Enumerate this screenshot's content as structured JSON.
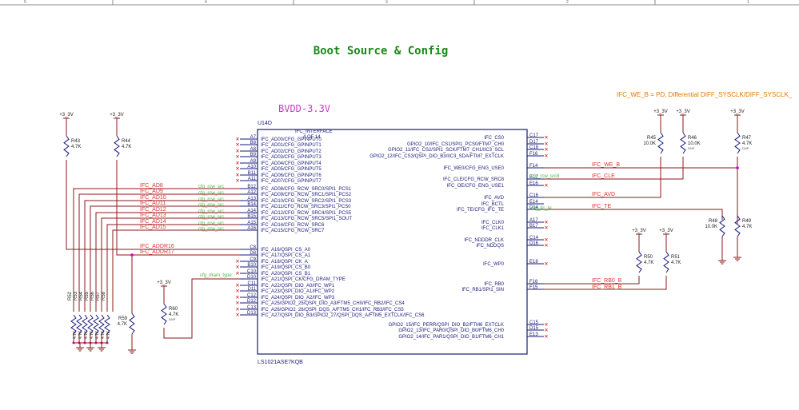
{
  "title": "Boot Source & Config",
  "top_note": "IFC_WE_B = PD, Differential DIFF_SYSCLK/DIFF_SYSCLK_",
  "power_label": "BVDD-3.3V",
  "part_designator": "U14D",
  "part_number": "LS1021ASE7KQB",
  "block_name": "IFC_INTERFACE",
  "block_subtitle": "4 OF 14",
  "colors": {
    "wire": "#8b1a1a",
    "net_label": "#e03030",
    "pin": "#1a1a7a",
    "title": "#1a8a1a",
    "power_label": "#c040c0",
    "note": "#e07800",
    "no_connect": "#cc0000",
    "junction": "#cc00cc",
    "green_note": "#40c040"
  },
  "left_pins": [
    {
      "num": "A7",
      "name": "IFC_AD00/CFG_GPINPUT0",
      "nc": true
    },
    {
      "num": "B8",
      "name": "IFC_AD01/CFG_GPINPUT1",
      "nc": true
    },
    {
      "num": "A8",
      "name": "IFC_AD02/CFG_GPINPUT2",
      "nc": true
    },
    {
      "num": "B9",
      "name": "IFC_AD03/CFG_GPINPUT3",
      "nc": true
    },
    {
      "num": "A9",
      "name": "IFC_AD04/CFG_GPINPUT4",
      "nc": true
    },
    {
      "num": "A10",
      "name": "IFC_AD05/CFG_GPINPUT5",
      "nc": true
    },
    {
      "num": "B11",
      "name": "IFC_AD06/CFG_GPINPUT6",
      "nc": true
    },
    {
      "num": "A11",
      "name": "IFC_AD07/CFG_GPINPUT7",
      "nc": true
    },
    {
      "num": "B12",
      "name": "IFC_AD08/CFG_RCW_SRC0/SPI1_PCS1",
      "nc": false,
      "net": "IFC_AD8"
    },
    {
      "num": "A12",
      "name": "IFC_AD09/CFG_RCW_SRC1/SPI1_PCS2",
      "nc": false,
      "net": "IFC_AD9"
    },
    {
      "num": "A13",
      "name": "IFC_AD10/CFG_RCW_SRC2/SPI1_PCS3",
      "nc": false,
      "net": "IFC_AD10"
    },
    {
      "num": "B14",
      "name": "IFC_AD11/CFG_RCW_SRC3/SPI1_PCS0",
      "nc": false,
      "net": "IFC_AD11"
    },
    {
      "num": "A14",
      "name": "IFC_AD12/CFG_RCW_SRC4/SPI1_PCS5",
      "nc": false,
      "net": "IFC_AD12"
    },
    {
      "num": "B15",
      "name": "IFC_AD13/CFG_RCW_SRC5/SPI1_SOUT",
      "nc": false,
      "net": "IFC_AD13"
    },
    {
      "num": "A15",
      "name": "IFC_AD14/CFG_RCW_SRC6",
      "nc": false,
      "net": "IFC_AD14"
    },
    {
      "num": "A16",
      "name": "IFC_AD15/CFG_RCW_SRC7",
      "nc": false,
      "net": "IFC_AD15"
    },
    {
      "num": "C8",
      "name": "IFC_A16/QSPI_CS_A0",
      "nc": false,
      "net": "IFC_ADDR16"
    },
    {
      "num": "D8",
      "name": "IFC_A17/QSPI_CS_A1",
      "nc": false,
      "net": "IFC_ADDR17"
    },
    {
      "num": "C9",
      "name": "IFC_A18/QSPI_CK_A",
      "nc": true
    },
    {
      "num": "B10",
      "name": "IFC_A19/QSPI_CS_B0",
      "nc": true
    },
    {
      "num": "C10",
      "name": "IFC_A20/QSPI_CS_B1",
      "nc": true
    },
    {
      "num": "D10",
      "name": "IFC_A21/QSPI_CK/CFG_DRAM_TYPE",
      "nc": false
    },
    {
      "num": "C11",
      "name": "IFC_A22/QSPI_DIO_A0/IFC_WP1",
      "nc": true
    },
    {
      "num": "D11",
      "name": "IFC_A23/QSPI_DIO_A1/IFC_WP2",
      "nc": true
    },
    {
      "num": "C12",
      "name": "IFC_A24/QSPI_DIO_A2/IFC_WP3",
      "nc": true
    },
    {
      "num": "D12",
      "name": "IFC_A25/GPIO2_25/QSPI_DIO_A3/FTM5_CH0/IFC_RB2/IFC_CS4",
      "nc": true
    },
    {
      "num": "C13",
      "name": "IFC_A26/GPIO2_26/QSPI_DQS_A/FTM5_CH1/IFC_RB3/IFC_CS5",
      "nc": true
    },
    {
      "num": "D13",
      "name": "IFC_A27/QSPI_DIO_B3/GPIO2_27/QSPI_DQS_A/FTM5_EXTCLK/IFC_CS6",
      "nc": true
    }
  ],
  "right_pins": [
    {
      "num": "C17",
      "name": "IFC_CS0",
      "nc": true
    },
    {
      "num": "D17",
      "name": "GPIO2_10/IFC_CS1/SPI1_PCS0/FTM7_CH0",
      "nc": true
    },
    {
      "num": "C18",
      "name": "GPIO2_11/IFC_CS2/SPI1_SCK/FTM7_CH1/IIC3_SCL",
      "nc": true
    },
    {
      "num": "F16",
      "name": "GPIO2_12/IFC_CS3/QSPI_DIO_B3/IIC3_SDA/FTM7_EXTCLK",
      "nc": true
    },
    {
      "num": "F14",
      "name": "IFC_WE0/CFG_ENG_USE0",
      "nc": false,
      "net": "IFC_WE_B"
    },
    {
      "num": "E17",
      "name": "IFC_CLE/CFG_RCW_SRC8",
      "nc": false,
      "net": "IFC_CLE"
    },
    {
      "num": "E16",
      "name": "IFC_OE/CFG_ENG_USE1",
      "nc": true
    },
    {
      "num": "C16",
      "name": "IFC_AVD",
      "nc": false,
      "net": "IFC_AVD"
    },
    {
      "num": "E14",
      "name": "IFC_BCTL",
      "nc": false
    },
    {
      "num": "D14",
      "name": "IFC_TE/CFG_IFC_TE",
      "nc": false,
      "net": "IFC_TE"
    },
    {
      "num": "A17",
      "name": "IFC_CLK0",
      "nc": true
    },
    {
      "num": "B17",
      "name": "IFC_CLK1",
      "nc": true
    },
    {
      "num": "C14",
      "name": "IFC_NDDDR_CLK",
      "nc": true
    },
    {
      "num": "D16",
      "name": "IFC_NDDQS",
      "nc": true
    },
    {
      "num": "E18",
      "name": "IFC_WP0",
      "nc": true
    },
    {
      "num": "F16",
      "name": "IFC_RB0",
      "nc": false,
      "net": "IFC_RB0_B"
    },
    {
      "num": "F15",
      "name": "IFC_RB1/SPI1_SIN",
      "nc": false,
      "net": "IFC_RB1_B"
    },
    {
      "num": "C15",
      "name": "GPIO2_15/IFC_PERR/QSPI_DIO_B2/FTM6_EXTCLK",
      "nc": true
    },
    {
      "num": "D15",
      "name": "GPIO2_13/IFC_PAR0/QSPI_DIO_B0/FTM6_CH0",
      "nc": true
    },
    {
      "num": "E13",
      "name": "GPIO2_14/IFC_PAR1/QSPI_DIO_B1/FTM6_CH1",
      "nc": true
    }
  ],
  "green_labels": {
    "rcw": "cfg_rcw_src",
    "dram": "cfg_dram_type",
    "rcw8": "cfg_rcw_src8",
    "ifc_te": "cfg_ifc_te"
  },
  "resistors": [
    {
      "ref": "R43",
      "value": "4.7K",
      "rail": "+3_3V"
    },
    {
      "ref": "R44",
      "value": "4.7K",
      "rail": "+3_3V"
    },
    {
      "ref": "R45",
      "value": "10.0K",
      "rail": "+3_3V"
    },
    {
      "ref": "R46",
      "value": "10.0K",
      "note": "DNP",
      "rail": "+3_3V"
    },
    {
      "ref": "R47",
      "value": "4.7K",
      "note": "DNP",
      "rail": "+3_3V"
    },
    {
      "ref": "R48",
      "value": "10.0K"
    },
    {
      "ref": "R49",
      "value": "4.7K"
    },
    {
      "ref": "R50",
      "value": "4.7K",
      "rail": "+3_3V"
    },
    {
      "ref": "R51",
      "value": "4.7K",
      "rail": "+3_3V"
    },
    {
      "ref": "R59",
      "value": "4.7K"
    },
    {
      "ref": "R60",
      "value": "4.7K",
      "note": "DNP",
      "rail": "+3_3V"
    },
    {
      "ref": "R52",
      "value": "4.7K"
    },
    {
      "ref": "R53",
      "value": "4.7K"
    },
    {
      "ref": "R54",
      "value": "4.7K"
    },
    {
      "ref": "R55",
      "value": "4.7K"
    },
    {
      "ref": "R56",
      "value": "4.7K"
    },
    {
      "ref": "R57",
      "value": "4.7K"
    },
    {
      "ref": "R58",
      "value": "4.7K"
    }
  ],
  "frame_ticks": [
    "5",
    "4",
    "3",
    "2",
    "1"
  ]
}
